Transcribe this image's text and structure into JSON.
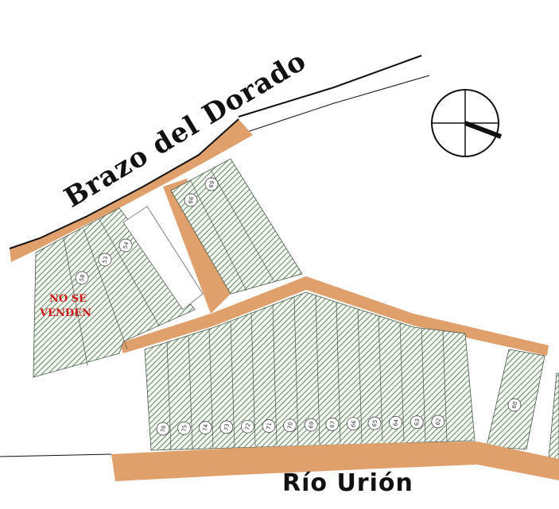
{
  "labels": {
    "road": "Brazo del Dorado",
    "river": "Río Urión",
    "no_sale_line1": "NO SE",
    "no_sale_line2": "VENDEN"
  },
  "lots_top_left": [
    "58",
    "53",
    "54"
  ],
  "lots_top_right": [
    "69",
    "66"
  ],
  "lots_bottom": [
    "76",
    "75",
    "74",
    "73",
    "72",
    "71",
    "70",
    "69",
    "67",
    "66",
    "65",
    "64",
    "63",
    "62"
  ],
  "lot_right": "60",
  "colors": {
    "road": "#e0a06c",
    "lot_hatch": "#3d6b3d",
    "no_sale_text": "#cc1a1a"
  },
  "icons": [
    "north-compass-icon"
  ]
}
